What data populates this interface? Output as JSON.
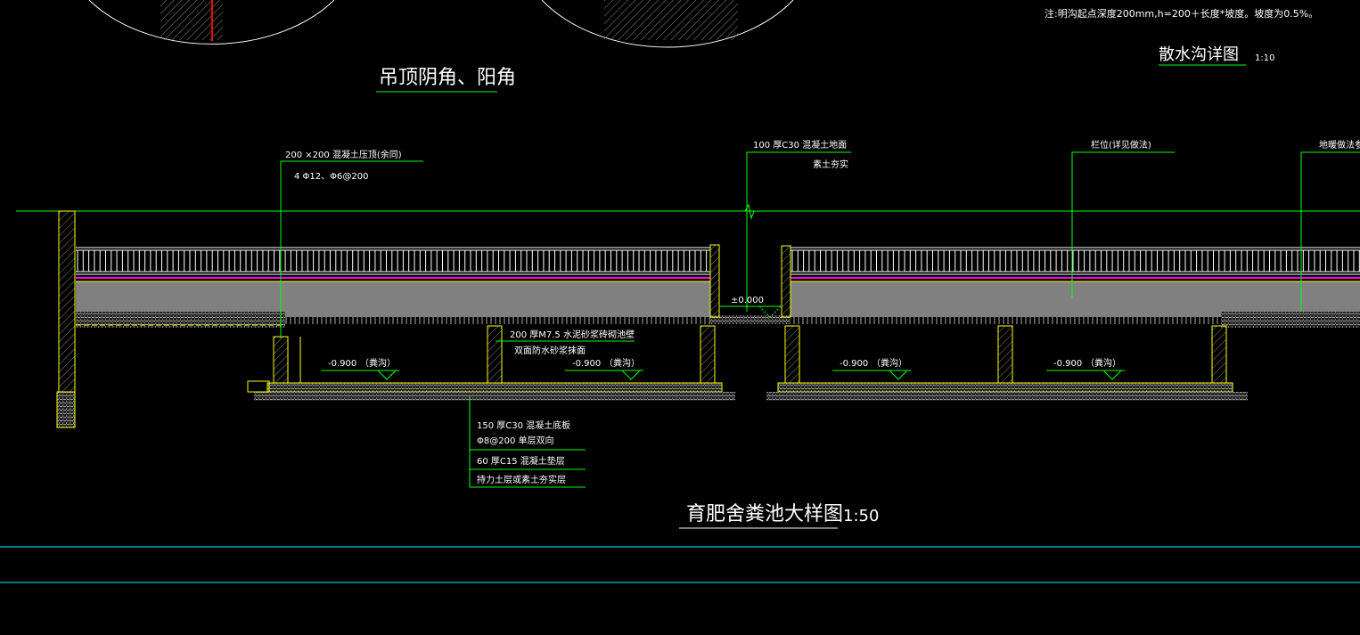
{
  "colors": {
    "background": "#000000",
    "dimension_line": "#00ff00",
    "wall_outline": "#ffff00",
    "slab_fill": "#808080",
    "railing": "#ffffff",
    "membrane": "#ff00ff",
    "grid_line": "#00ffff",
    "axis_mark": "#ff0000"
  },
  "top": {
    "note": "注:明沟起点深度200mm,h=200＋长度*坡度。坡度为0.5%。",
    "ceiling_title": "吊顶阴角、阳角",
    "drain_title": "散水沟详图",
    "drain_scale": "1:10"
  },
  "callouts": {
    "coping": "200 ×200  混凝土压顶(余同)",
    "coping_rebar": "4 Φ12、Φ6@200",
    "floor": "100  厚C30  混凝土地面",
    "floor_base": "素土夯实",
    "stall": "栏位(详见做法)",
    "heating": "地暖做法参",
    "elevation_zero": "±0.000",
    "pit_wall": "200  厚M7.5  水泥砂浆砖砌池壁",
    "pit_wall_finish": "双面防水砂浆抹面",
    "pit_levels": [
      {
        "level": "-0.900",
        "label": "（粪沟）"
      },
      {
        "level": "-0.900",
        "label": "（粪沟）"
      },
      {
        "level": "-0.900",
        "label": "（粪沟）"
      },
      {
        "level": "-0.900",
        "label": "（粪沟）"
      }
    ],
    "base_slab": "150  厚C30  混凝土底板",
    "base_rebar": "Φ8@200      单层双向",
    "cushion": "60  厚C15  混凝土垫层",
    "bearing": "持力土层或素土夯实层"
  },
  "main_title": {
    "title": "育肥舍粪池大样图",
    "scale": "1:50"
  }
}
